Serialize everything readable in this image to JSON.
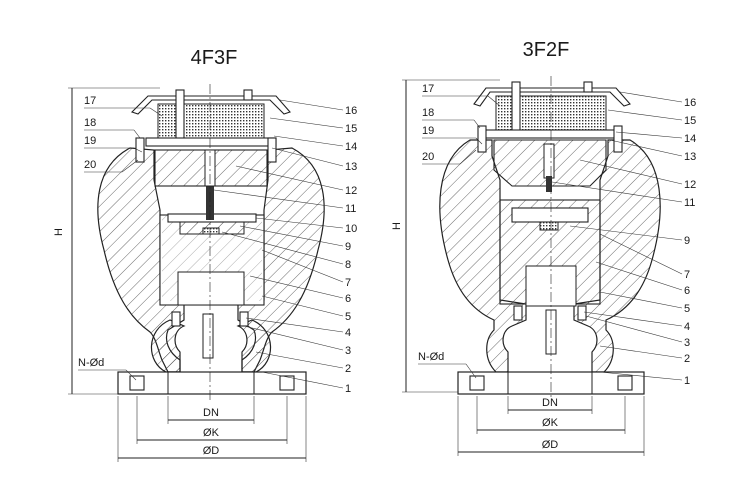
{
  "left": {
    "title": "4F3F",
    "callouts_left": [
      "17",
      "18",
      "19",
      "20"
    ],
    "callouts_right": [
      "16",
      "15",
      "14",
      "13",
      "12",
      "11",
      "10",
      "9",
      "8",
      "7",
      "6",
      "5",
      "4",
      "3",
      "2",
      "1"
    ],
    "dims": {
      "height": "H",
      "holes": "N-Ød",
      "nominal": "DN",
      "bolt_circle": "ØK",
      "outer": "ØD"
    }
  },
  "right": {
    "title": "3F2F",
    "callouts_left": [
      "17",
      "18",
      "19",
      "20"
    ],
    "callouts_right": [
      "16",
      "15",
      "14",
      "13",
      "12",
      "11",
      "9",
      "7",
      "6",
      "5",
      "4",
      "3",
      "2",
      "1"
    ],
    "dims": {
      "height": "H",
      "holes": "N-Ød",
      "nominal": "DN",
      "bolt_circle": "ØK",
      "outer": "ØD"
    }
  }
}
